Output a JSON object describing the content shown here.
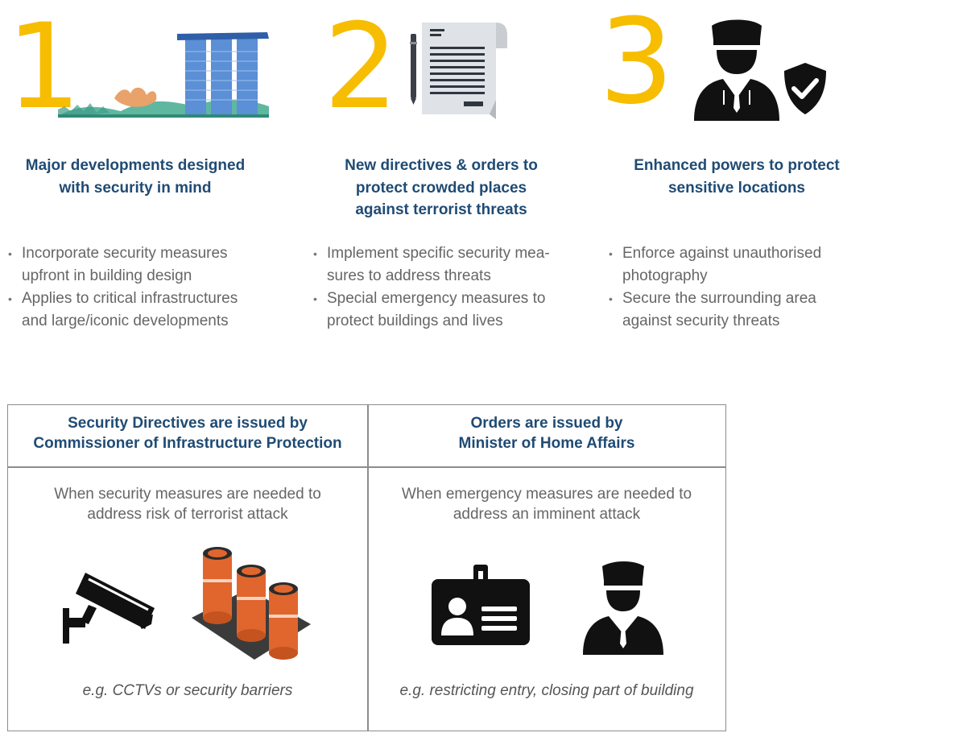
{
  "features": [
    {
      "number": "1",
      "heading_line1": "Major developments designed",
      "heading_line2": "with security in mind",
      "bullets": [
        {
          "l1": "Incorporate security measures",
          "l2": "upfront in building design"
        },
        {
          "l1": "Applies to critical infrastructures",
          "l2": "and large/iconic developments"
        }
      ],
      "icon": "skyline-icon"
    },
    {
      "number": "2",
      "heading_line1": "New directives & orders to",
      "heading_line2": "protect crowded places",
      "heading_line3": "against terrorist threats",
      "bullets": [
        {
          "l1": "Implement specific security mea-",
          "l2": "sures to address threats"
        },
        {
          "l1": "Special emergency measures to",
          "l2": "protect buildings and lives"
        }
      ],
      "icon": "document-pen-icon"
    },
    {
      "number": "3",
      "heading_line1": "Enhanced powers to protect",
      "heading_line2": "sensitive locations",
      "bullets": [
        {
          "l1": "Enforce against unauthorised",
          "l2": "photography"
        },
        {
          "l1": "Secure the surrounding area",
          "l2": "against security threats"
        }
      ],
      "icon": "guard-shield-icon"
    }
  ],
  "table": {
    "left": {
      "header_line1": "Security Directives are issued by",
      "header_line2": "Commissioner of Infrastructure Protection",
      "desc_line1": "When security measures are needed to",
      "desc_line2": "address risk of terrorist attack",
      "example": "e.g. CCTVs or security barriers",
      "icons": [
        "cctv-camera-icon",
        "security-barriers-icon"
      ]
    },
    "right": {
      "header_line1": "Orders are issued by",
      "header_line2": "Minister of Home Affairs",
      "desc_line1": "When emergency measures are needed to",
      "desc_line2": "address an imminent attack",
      "example": "e.g. restricting entry, closing part of building",
      "icons": [
        "id-card-icon",
        "police-officer-icon"
      ]
    }
  },
  "colors": {
    "accent_number": "#f7bd00",
    "heading": "#1f4b74",
    "body_text": "#666666",
    "barrier_orange": "#e0662e",
    "icon_black": "#111111"
  }
}
